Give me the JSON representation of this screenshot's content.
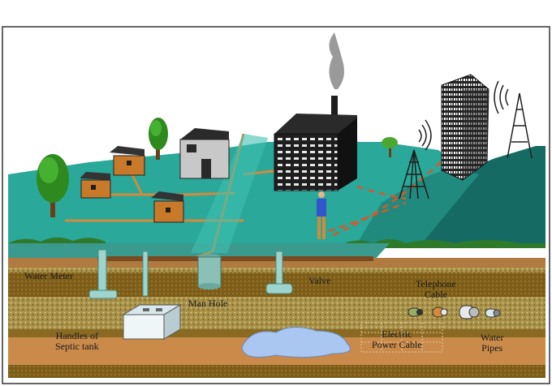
{
  "labels": {
    "water_meter": "Water Meter",
    "man_hole": "Man Hole",
    "valve": "Valve",
    "telephone_cable_line1": "Telephone",
    "telephone_cable_line2": "Cable",
    "septic_line1": "Handles of",
    "septic_line2": "Septic tank",
    "electric_line1": "Electric",
    "electric_line2": "Power Cable",
    "water_pipes_line1": "Water",
    "water_pipes_line2": "Pipes"
  },
  "colors": {
    "grass": "#2aa89a",
    "grass_dark": "#1f8a7d",
    "hill_dark": "#156b63",
    "soil_top": "#b07a40",
    "soil_mid": "#7a5a16",
    "soil_gravel": "#c8b36a",
    "soil_bottom": "#c98a4a",
    "water": "#a9c7f0",
    "pipe": "#9fd4cc",
    "road": "#d48a3a",
    "building_dark": "#1e1e1e",
    "house": "#c87a2a"
  }
}
